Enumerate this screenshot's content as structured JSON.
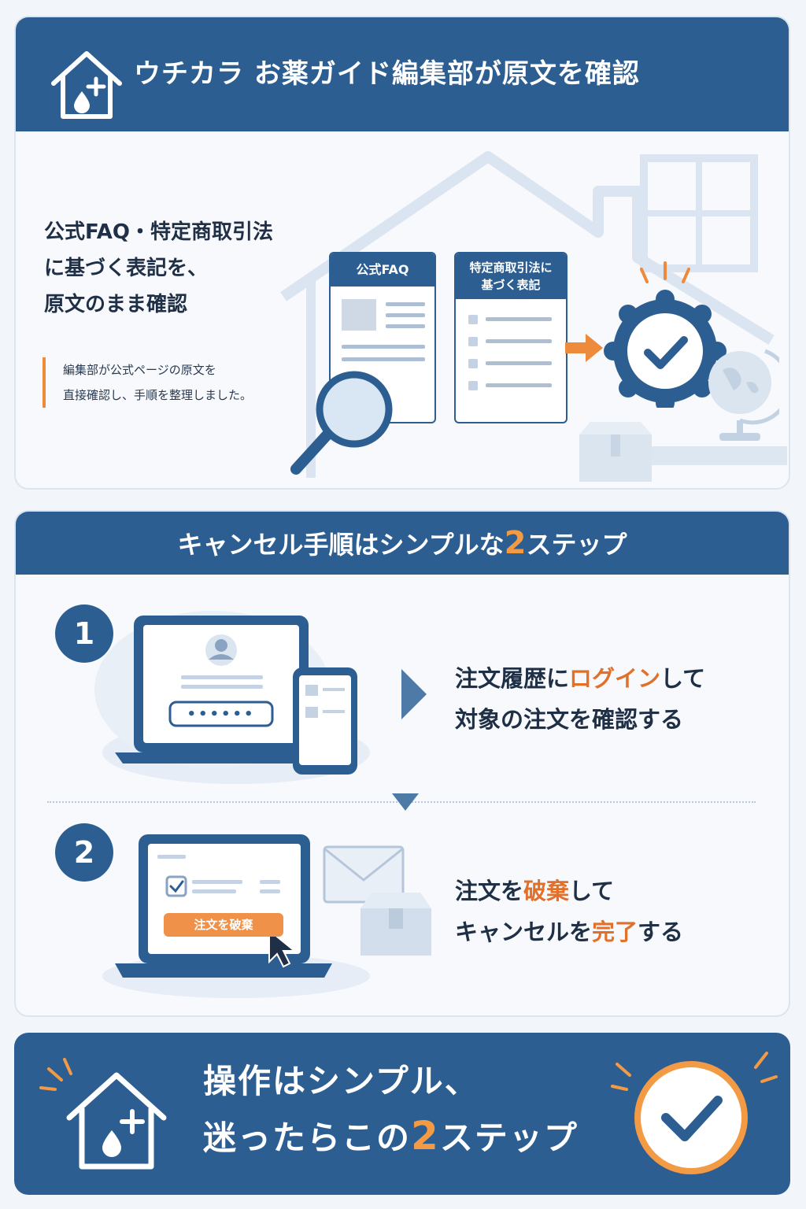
{
  "section1": {
    "header_title": "ウチカラ お薬ガイド編集部が原文を確認",
    "lead_lines": [
      "公式FAQ・特定商取引法",
      "に基づく表記を、",
      "原文のまま確認"
    ],
    "note_lines": [
      "編集部が公式ページの原文を",
      "直接確認し、手順を整理しました。"
    ],
    "doc1_title": "公式FAQ",
    "doc2_title_lines": [
      "特定商取引法に",
      "基づく表記"
    ]
  },
  "section2": {
    "header_title_pre": "キャンセル手順はシンプルな",
    "header_title_num": "2",
    "header_title_post": "ステップ",
    "step1": {
      "number": "1",
      "line1_pre": "注文履歴に",
      "line1_hl": "ログイン",
      "line1_post": "して",
      "line2": "対象の注文を確認する",
      "password_mask": "••••••"
    },
    "step2": {
      "number": "2",
      "line1_pre": "注文を",
      "line1_hl": "破棄",
      "line1_post": "して",
      "line2_pre": "キャンセルを",
      "line2_hl": "完了",
      "line2_post": "する",
      "button_label": "注文を破棄"
    }
  },
  "footer": {
    "line1": "操作はシンプル、",
    "line2_pre": "迷ったらこの",
    "line2_num": "2",
    "line2_post": "ステップ"
  },
  "colors": {
    "primary": "#2d5e91",
    "accent": "#f0914a",
    "background": "#f2f6fb"
  },
  "icons": [
    "house-plus-icon",
    "magnifier-icon",
    "check-badge-icon",
    "globe-icon",
    "box-icon",
    "user-avatar-icon",
    "envelope-icon",
    "cursor-icon",
    "check-circle-icon"
  ]
}
